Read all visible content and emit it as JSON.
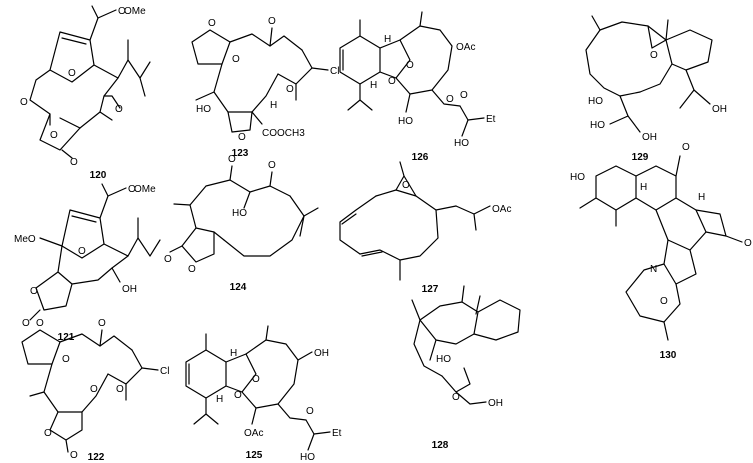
{
  "compounds": [
    {
      "id": "120",
      "atoms": [
        "O",
        "OMe",
        "O",
        "O",
        "O",
        "O",
        "O"
      ]
    },
    {
      "id": "123",
      "atoms": [
        "O",
        "O",
        "O",
        "Cl",
        "HO",
        "O",
        "O",
        "COOCH3",
        "H"
      ]
    },
    {
      "id": "126",
      "atoms": [
        "H",
        "O",
        "OAc",
        "O",
        "H",
        "O",
        "HO",
        "O",
        "Et",
        "HO"
      ]
    },
    {
      "id": "129",
      "atoms": [
        "O",
        "HO",
        "HO",
        "OH",
        "OH"
      ]
    },
    {
      "id": "121",
      "atoms": [
        "O",
        "OMe",
        "MeO",
        "O",
        "O",
        "O",
        "OH"
      ]
    },
    {
      "id": "124",
      "atoms": [
        "O",
        "HO",
        "O",
        "O",
        "O"
      ]
    },
    {
      "id": "127",
      "atoms": [
        "O",
        "OAc"
      ]
    },
    {
      "id": "130",
      "atoms": [
        "HO",
        "H",
        "O",
        "H",
        "O",
        "N",
        "O"
      ]
    },
    {
      "id": "122",
      "atoms": [
        "O",
        "O",
        "O",
        "O",
        "O",
        "O",
        "O",
        "Cl"
      ]
    },
    {
      "id": "125",
      "atoms": [
        "H",
        "O",
        "OH",
        "O",
        "H",
        "OAc",
        "O",
        "Et",
        "HO"
      ]
    },
    {
      "id": "128",
      "atoms": [
        "HO",
        "O",
        "OH"
      ]
    }
  ]
}
